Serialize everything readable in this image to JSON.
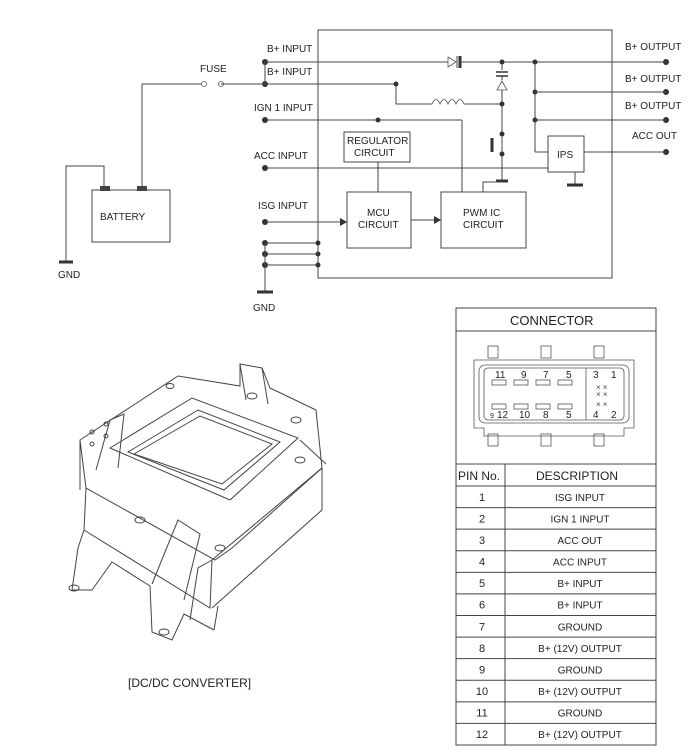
{
  "schematic": {
    "inputs": [
      "B+ INPUT",
      "B+ INPUT",
      "IGN 1 INPUT",
      "ACC INPUT",
      "ISG INPUT"
    ],
    "outputs": [
      "B+ OUTPUT",
      "B+ OUTPUT",
      "B+ OUTPUT",
      "ACC OUT"
    ],
    "fuse": "FUSE",
    "battery": "BATTERY",
    "gnd_left": "GND",
    "gnd_bottom": "GND",
    "regulator": [
      "REGULATOR",
      "CIRCUIT"
    ],
    "mcu": [
      "MCU",
      "CIRCUIT"
    ],
    "pwm": [
      "PWM IC",
      "CIRCUIT"
    ],
    "ips": "IPS"
  },
  "connector": {
    "title": "CONNECTOR",
    "pins_top": [
      "11",
      "9",
      "7",
      "5",
      "3",
      "1"
    ],
    "pins_bottom": [
      "9",
      "12",
      "10",
      "8",
      "5",
      "4",
      "2"
    ]
  },
  "table": {
    "headers": [
      "PIN No.",
      "DESCRIPTION"
    ],
    "rows": [
      {
        "pin": "1",
        "desc": "ISG INPUT"
      },
      {
        "pin": "2",
        "desc": "IGN 1 INPUT"
      },
      {
        "pin": "3",
        "desc": "ACC OUT"
      },
      {
        "pin": "4",
        "desc": "ACC INPUT"
      },
      {
        "pin": "5",
        "desc": "B+ INPUT"
      },
      {
        "pin": "6",
        "desc": "B+ INPUT"
      },
      {
        "pin": "7",
        "desc": "GROUND"
      },
      {
        "pin": "8",
        "desc": "B+ (12V) OUTPUT"
      },
      {
        "pin": "9",
        "desc": "GROUND"
      },
      {
        "pin": "10",
        "desc": "B+ (12V) OUTPUT"
      },
      {
        "pin": "11",
        "desc": "GROUND"
      },
      {
        "pin": "12",
        "desc": "B+ (12V) OUTPUT"
      }
    ]
  },
  "caption": "[DC/DC CONVERTER]"
}
